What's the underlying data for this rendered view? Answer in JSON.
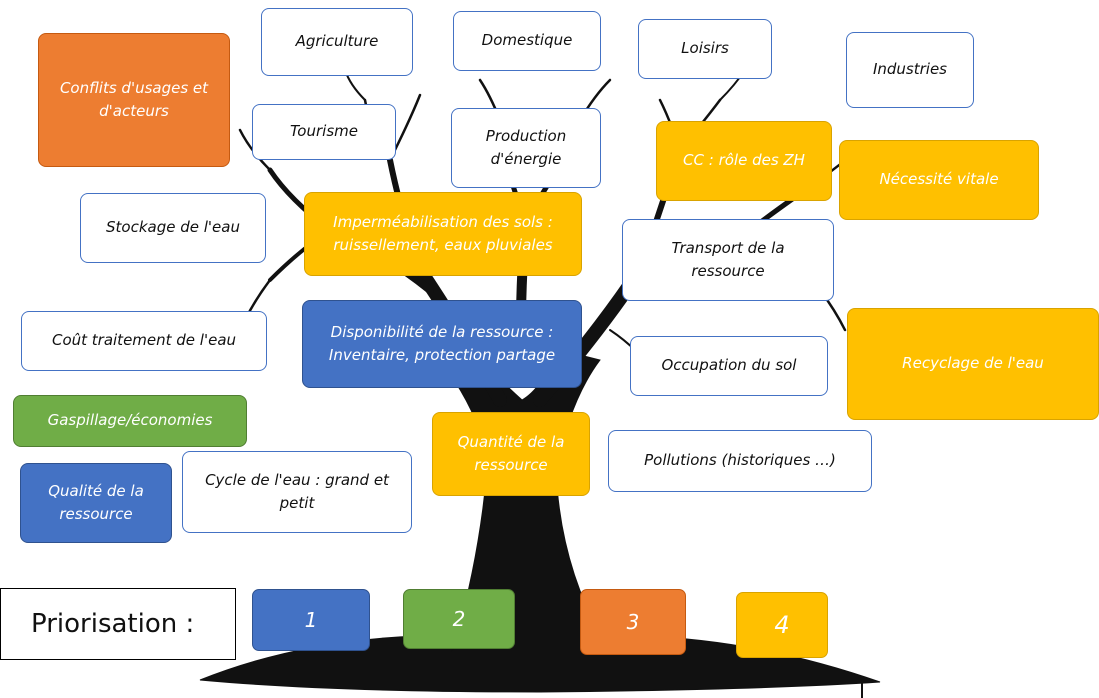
{
  "colors": {
    "white": "#ffffff",
    "orange": "#ed7d31",
    "yellow": "#ffc000",
    "blue": "#4472c4",
    "green": "#70ad47",
    "tree": "#111111"
  },
  "boxes": {
    "agriculture": "Agriculture",
    "domestique": "Domestique",
    "loisirs": "Loisirs",
    "industries": "Industries",
    "conflits": "Conflits d'usages et\nd'acteurs",
    "tourisme": "Tourisme",
    "production": "Production\nd'énergie",
    "cc_zh": "CC : rôle des ZH",
    "necessite": "Nécessité vitale",
    "stockage": "Stockage de l'eau",
    "impermeabilisation": "Imperméabilisation des sols :\nruissellement, eaux pluviales",
    "transport": "Transport de la\nressource",
    "cout": "Coût traitement de l'eau",
    "disponibilite": "Disponibilité de la ressource :\nInventaire, protection partage",
    "occupation": "Occupation du sol",
    "recyclage": "Recyclage de l'eau",
    "gaspillage": "Gaspillage/économies",
    "quantite": "Quantité de la\nressource",
    "pollutions": "Pollutions (historiques …)",
    "qualite": "Qualité de la\nressource",
    "cycle": "Cycle de l'eau : grand et\npetit"
  },
  "priorisation": {
    "label": "Priorisation :",
    "levels": [
      {
        "label": "1",
        "color": "blue"
      },
      {
        "label": "2",
        "color": "green"
      },
      {
        "label": "3",
        "color": "orange"
      },
      {
        "label": "4",
        "color": "yellow"
      }
    ]
  }
}
